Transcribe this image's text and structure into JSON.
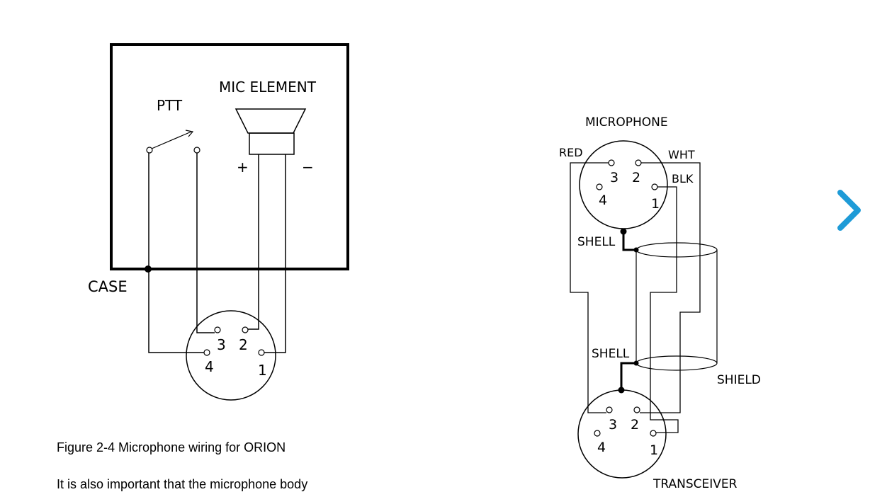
{
  "left_diagram": {
    "ptt_label": "PTT",
    "mic_label": "MIC ELEMENT",
    "plus": "+",
    "minus": "−",
    "case_label": "CASE",
    "pins": {
      "p1": "1",
      "p2": "2",
      "p3": "3",
      "p4": "4"
    }
  },
  "right_diagram": {
    "microphone_label": "MICROPHONE",
    "red_label": "RED",
    "wht_label": "WHT",
    "blk_label": "BLK",
    "shell_top_label": "SHELL",
    "shell_bottom_label": "SHELL",
    "shield_label": "SHIELD",
    "transceiver_label": "TRANSCEIVER",
    "top_pins": {
      "p1": "1",
      "p2": "2",
      "p3": "3",
      "p4": "4"
    },
    "bottom_pins": {
      "p1": "1",
      "p2": "2",
      "p3": "3",
      "p4": "4"
    }
  },
  "caption": "Figure 2-4 Microphone wiring for ORION",
  "body_text": "It is also important that the microphone body",
  "nav": {
    "next_icon": "chevron-right-icon",
    "accent_color": "#1e9bd7"
  }
}
